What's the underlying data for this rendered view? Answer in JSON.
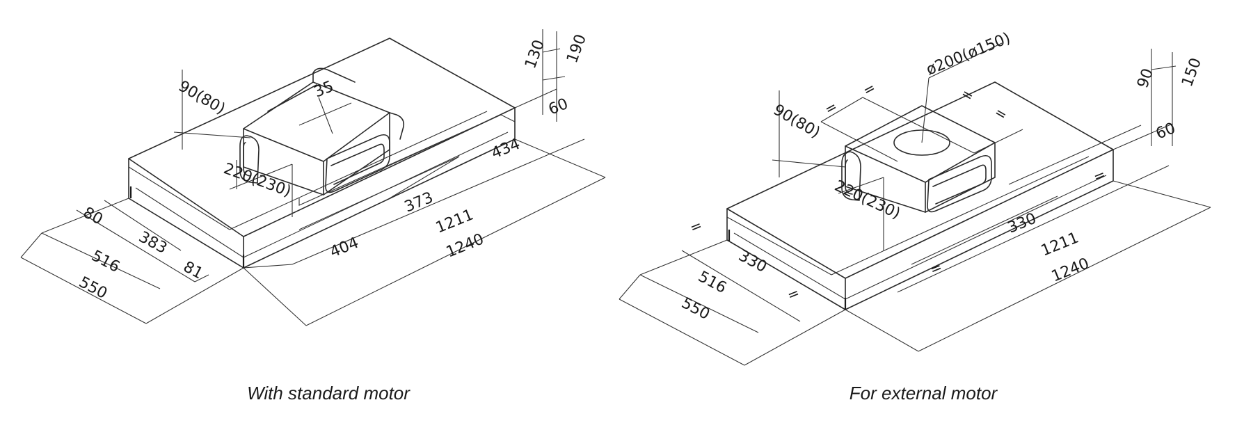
{
  "left": {
    "caption": "With standard motor",
    "dims": {
      "d35": "35",
      "d130": "130",
      "d190": "190",
      "d60": "60",
      "d90_80": "90(80)",
      "d434": "434",
      "d220_230": "220(230)",
      "d373": "373",
      "d1211": "1211",
      "d80": "80",
      "d383": "383",
      "d404": "404",
      "d1240": "1240",
      "d516": "516",
      "d81": "81",
      "d550": "550"
    }
  },
  "right": {
    "caption": "For external motor",
    "dims": {
      "d200_150": "ø200(ø150)",
      "d90": "90",
      "d150": "150",
      "d60": "60",
      "d90_80": "90(80)",
      "d220_230": "220(230)",
      "d330a": "330",
      "d1211": "1211",
      "d330b": "330",
      "d516": "516",
      "d1240": "1240",
      "d550": "550"
    },
    "equal_mark": "="
  }
}
